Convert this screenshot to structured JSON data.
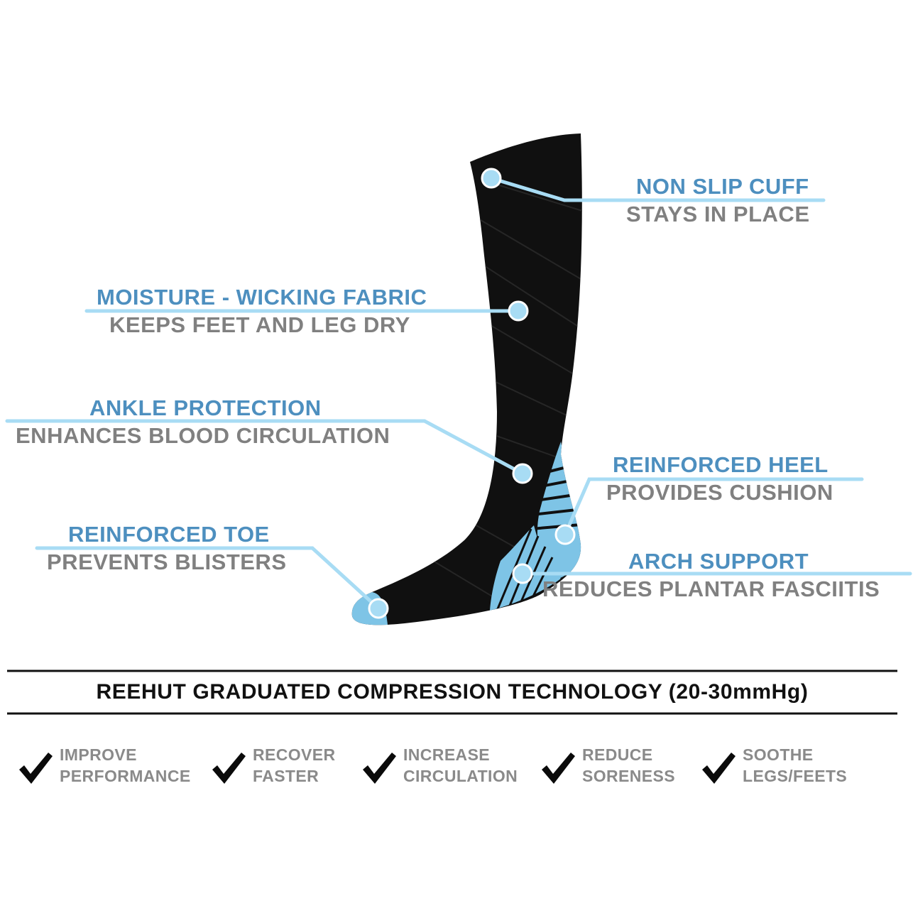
{
  "callouts": {
    "cuff": {
      "title": "NON SLIP CUFF",
      "subtitle": "STAYS IN PLACE"
    },
    "fabric": {
      "title": "MOISTURE - WICKING FABRIC",
      "subtitle": "KEEPS FEET AND LEG DRY"
    },
    "ankle": {
      "title": "ANKLE PROTECTION",
      "subtitle": "ENHANCES BLOOD CIRCULATION"
    },
    "heel": {
      "title": "REINFORCED HEEL",
      "subtitle": "PROVIDES CUSHION"
    },
    "toe": {
      "title": "REINFORCED TOE",
      "subtitle": "PREVENTS BLISTERS"
    },
    "arch": {
      "title": "ARCH SUPPORT",
      "subtitle": "REDUCES PLANTAR FASCIITIS"
    }
  },
  "headline": "REEHUT GRADUATED COMPRESSION TECHNOLOGY (20-30mmHg)",
  "benefits": [
    {
      "line1": "IMPROVE",
      "line2": "PERFORMANCE"
    },
    {
      "line1": "RECOVER",
      "line2": "FASTER"
    },
    {
      "line1": "INCREASE",
      "line2": "CIRCULATION"
    },
    {
      "line1": "REDUCE",
      "line2": "SORENESS"
    },
    {
      "line1": "SOOTHE",
      "line2": "LEGS/FEETS"
    }
  ],
  "colors": {
    "accent_blue": "#4d8fbf",
    "callout_line": "#a8dcf4",
    "sock_black": "#101010",
    "sock_blue": "#7ec4e6",
    "subtitle_gray": "#808080",
    "headline_black": "#111111"
  },
  "icons": [
    "checkmark-icon",
    "callout-dot-icon"
  ]
}
